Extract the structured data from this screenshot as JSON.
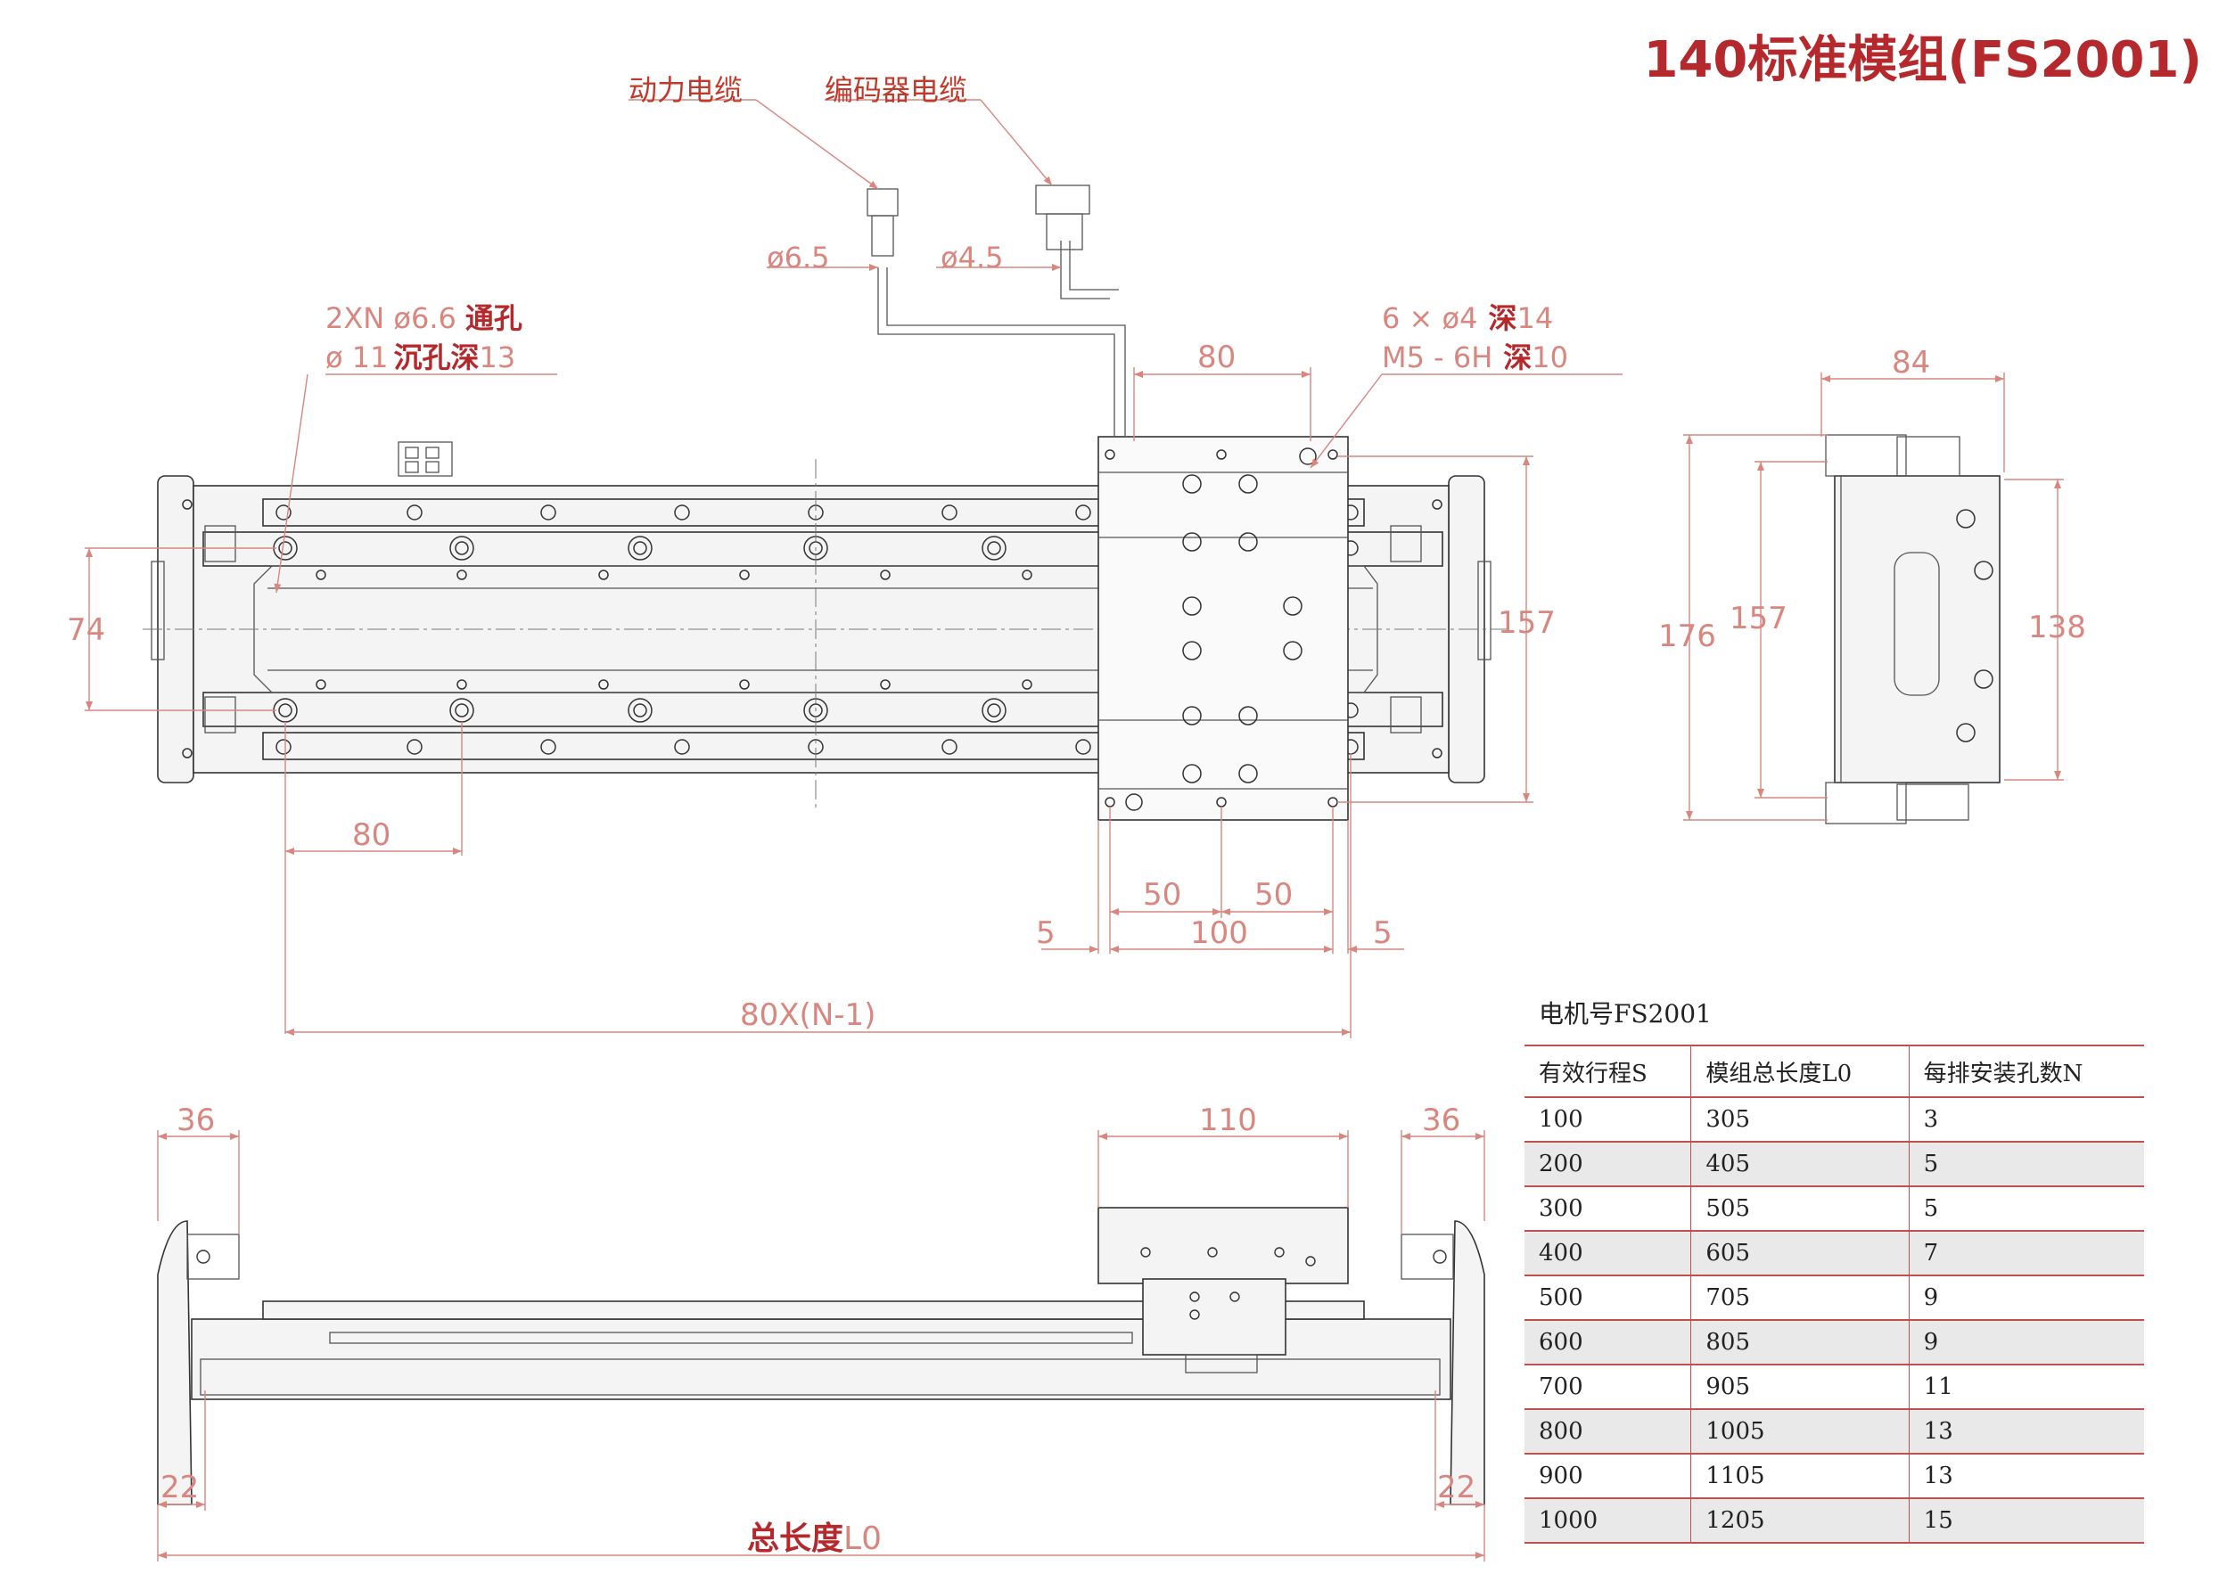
{
  "title": "140标准模组(FS2001)",
  "labels": {
    "power_cable": "动力电缆",
    "encoder_cable": "编码器电缆",
    "phi_power": "ø6.5",
    "phi_encoder": "ø4.5",
    "holes_line1_a": "2XN  ø6.6",
    "holes_line1_b": "通孔",
    "holes_line2_a": "ø 11",
    "holes_line2_b": "沉孔深",
    "holes_line2_c": "13",
    "slide_holes_line1_a": "6  ×  ø4",
    "slide_holes_line1_b": "深",
    "slide_holes_line1_c": "14",
    "slide_holes_line2_a": "M5  -  6H",
    "slide_holes_line2_b": "深",
    "slide_holes_line2_c": "10",
    "total_length_a": "总长度",
    "total_length_b": "L0"
  },
  "dimensions": {
    "top_80": "80",
    "d74": "74",
    "d157": "157",
    "bottom_80": "80",
    "d50_left": "50",
    "d50_right": "50",
    "d5_left": "5",
    "d100": "100",
    "d5_right": "5",
    "pitch": "80X(N-1)",
    "side_84": "84",
    "side_176": "176",
    "side_157": "157",
    "side_138": "138",
    "front_36_left": "36",
    "front_110": "110",
    "front_36_right": "36",
    "front_22_left": "22",
    "front_22_right": "22"
  },
  "table": {
    "caption": "电机号FS2001",
    "headers": [
      "有效行程S",
      "模组总长度L0",
      "每排安装孔数N"
    ],
    "rows": [
      [
        "100",
        "305",
        "3"
      ],
      [
        "200",
        "405",
        "5"
      ],
      [
        "300",
        "505",
        "5"
      ],
      [
        "400",
        "605",
        "7"
      ],
      [
        "500",
        "705",
        "9"
      ],
      [
        "600",
        "805",
        "9"
      ],
      [
        "700",
        "905",
        "11"
      ],
      [
        "800",
        "1005",
        "13"
      ],
      [
        "900",
        "1105",
        "13"
      ],
      [
        "1000",
        "1205",
        "15"
      ]
    ]
  },
  "colors": {
    "accent": "#b5282c",
    "dimension": "#d9867f",
    "table_rule": "#c0504d",
    "stripe": "#e9e9e9"
  }
}
